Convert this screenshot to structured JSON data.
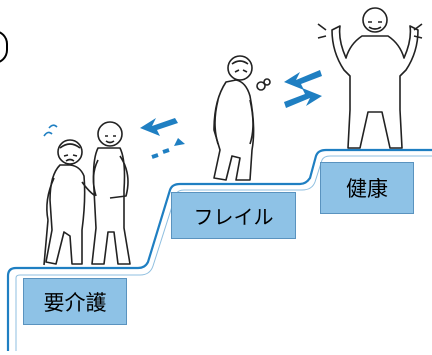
{
  "labels": {
    "care": "要介護",
    "frailty": "フレイル",
    "healthy": "健康"
  },
  "figures": [
    "elderly-person-with-cane-icon",
    "caregiver-icon",
    "frail-elderly-person-icon",
    "healthy-person-icon"
  ],
  "arrows": [
    "arrow-left-to-care-icon",
    "arrow-right-dashed-icon",
    "arrow-left-to-frailty-icon",
    "arrow-right-to-healthy-icon"
  ],
  "colors": {
    "line": "#1f7fc2",
    "box_fill": "#8ec2e6",
    "box_border": "#5a93bf",
    "arrow": "#1f7fc2"
  }
}
